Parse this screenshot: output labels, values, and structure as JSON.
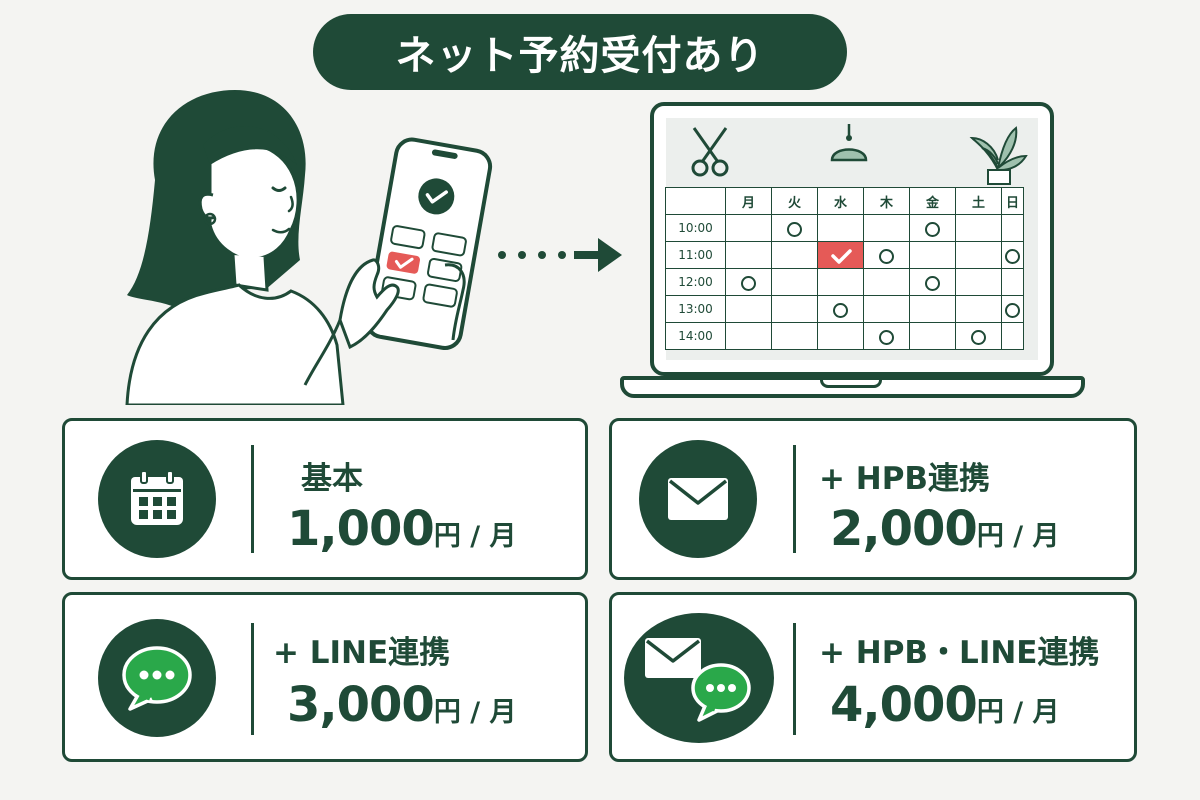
{
  "title": "ネット予約受付あり",
  "calendar": {
    "days": [
      "月",
      "火",
      "水",
      "木",
      "金",
      "土",
      "日"
    ],
    "times": [
      "10:00",
      "11:00",
      "12:00",
      "13:00",
      "14:00"
    ],
    "grid": [
      [
        "",
        "o",
        "",
        "",
        "o",
        "",
        ""
      ],
      [
        "",
        "",
        "check",
        "o",
        "",
        "",
        "o"
      ],
      [
        "o",
        "",
        "",
        "",
        "o",
        "",
        ""
      ],
      [
        "",
        "",
        "o",
        "",
        "",
        "",
        "o"
      ],
      [
        "",
        "",
        "",
        "o",
        "",
        "o",
        ""
      ]
    ]
  },
  "plans": [
    {
      "label": "基本",
      "amount": "1,000",
      "unit": "円 / 月",
      "icon": "calendar-icon"
    },
    {
      "label": "+ HPB連携",
      "amount": "2,000",
      "unit": "円 / 月",
      "icon": "mail-icon"
    },
    {
      "label": "+ LINE連携",
      "amount": "3,000",
      "unit": "円 / 月",
      "icon": "chat-icon"
    },
    {
      "label": "+ HPB・LINE連携",
      "amount": "4,000",
      "unit": "円 / 月",
      "icon": "mail-chat-icon"
    }
  ],
  "colors": {
    "primary": "#1f4a37",
    "accent": "#e55a57",
    "line_green": "#2aa84a",
    "background": "#f4f4f2"
  }
}
